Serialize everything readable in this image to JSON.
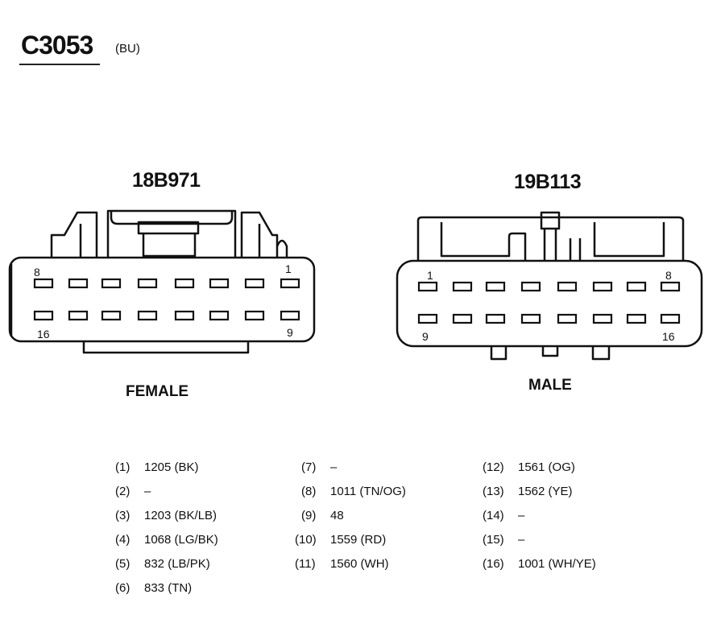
{
  "header": {
    "connector_id": "C3053",
    "color_code": "(BU)"
  },
  "connectors": [
    {
      "part_number": "18B971",
      "gender": "FEMALE",
      "corner_labels": {
        "top_left": "8",
        "top_right": "1",
        "bottom_left": "16",
        "bottom_right": "9"
      }
    },
    {
      "part_number": "19B113",
      "gender": "MALE",
      "corner_labels": {
        "top_left": "1",
        "top_right": "8",
        "bottom_left": "9",
        "bottom_right": "16"
      }
    }
  ],
  "pinout": [
    {
      "pin": "(1)",
      "circuit": "1205 (BK)"
    },
    {
      "pin": "(2)",
      "circuit": "–"
    },
    {
      "pin": "(3)",
      "circuit": "1203 (BK/LB)"
    },
    {
      "pin": "(4)",
      "circuit": "1068 (LG/BK)"
    },
    {
      "pin": "(5)",
      "circuit": "832 (LB/PK)"
    },
    {
      "pin": "(6)",
      "circuit": "833 (TN)"
    },
    {
      "pin": "(7)",
      "circuit": "–"
    },
    {
      "pin": "(8)",
      "circuit": "1011 (TN/OG)"
    },
    {
      "pin": "(9)",
      "circuit": "48"
    },
    {
      "pin": "(10)",
      "circuit": "1559 (RD)"
    },
    {
      "pin": "(11)",
      "circuit": "1560 (WH)"
    },
    {
      "pin": "(12)",
      "circuit": "1561 (OG)"
    },
    {
      "pin": "(13)",
      "circuit": "1562 (YE)"
    },
    {
      "pin": "(14)",
      "circuit": "–"
    },
    {
      "pin": "(15)",
      "circuit": "–"
    },
    {
      "pin": "(16)",
      "circuit": "1001 (WH/YE)"
    }
  ]
}
